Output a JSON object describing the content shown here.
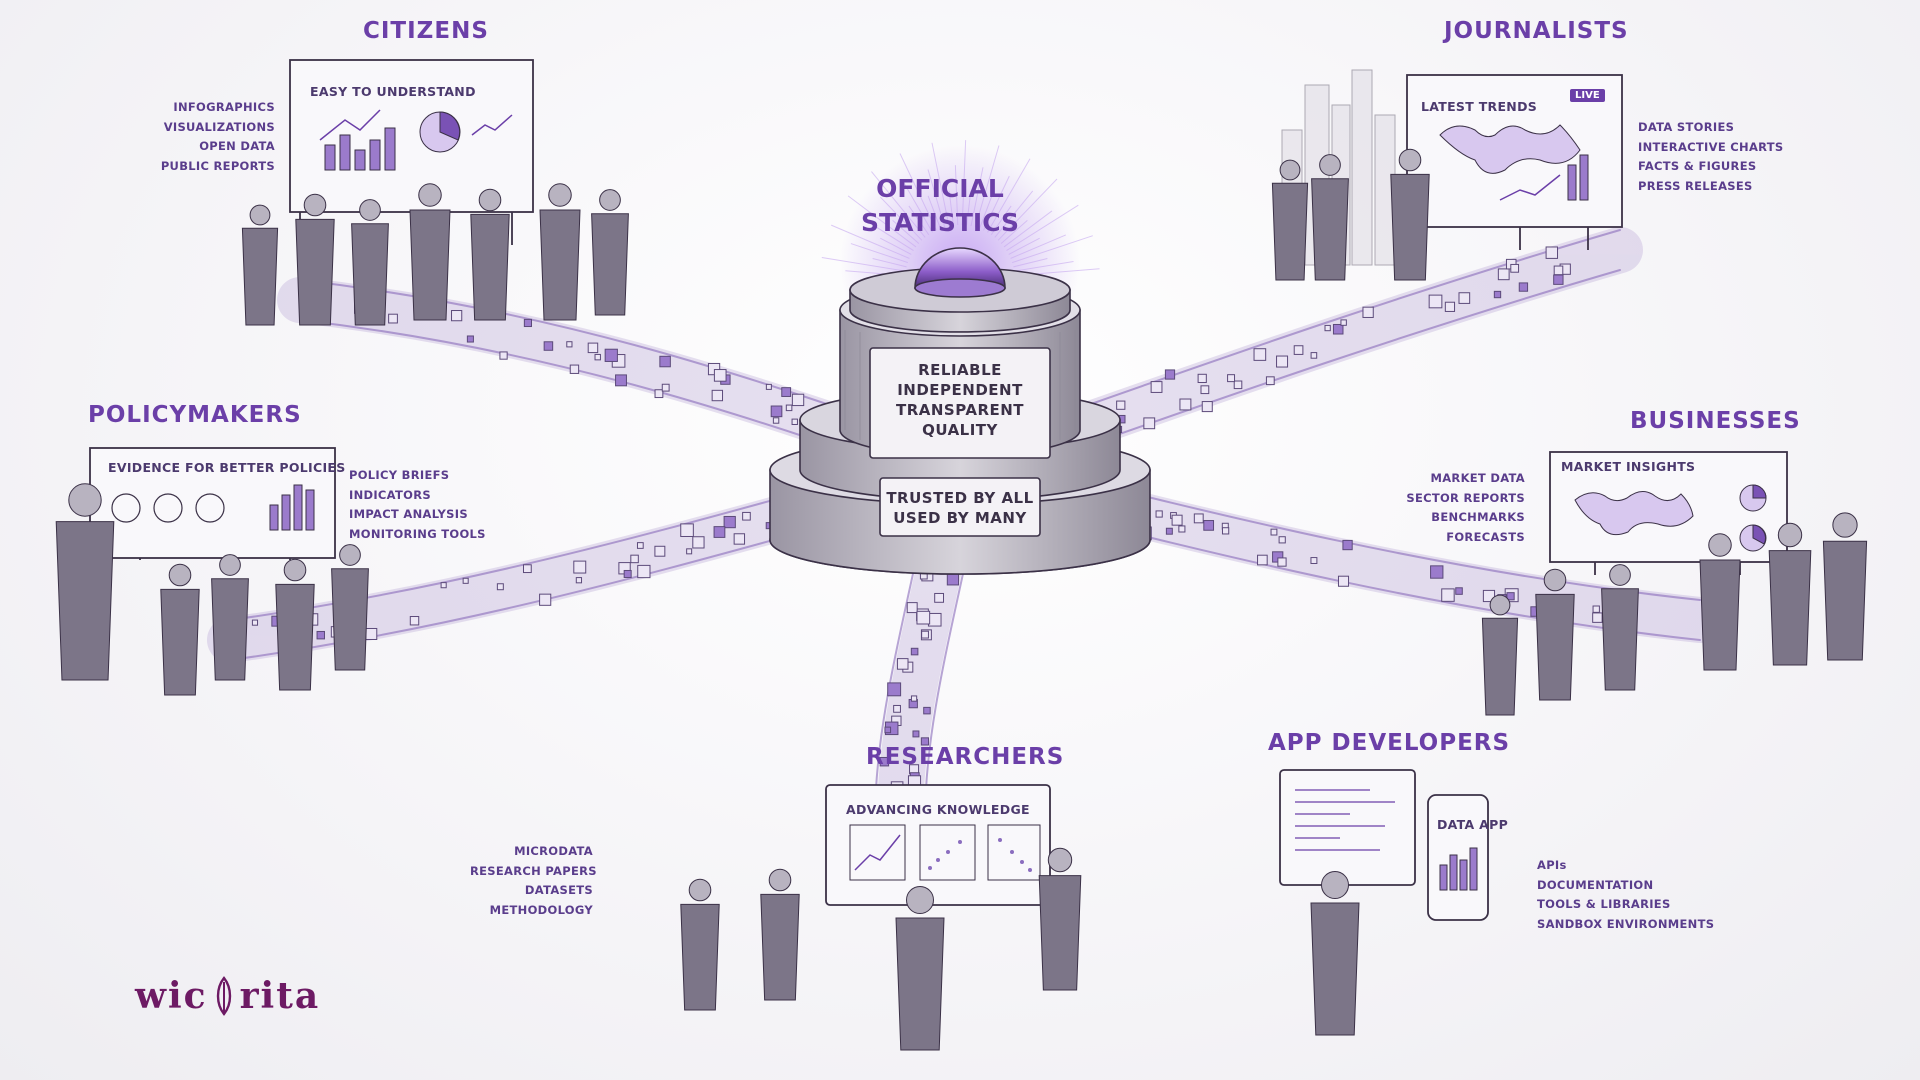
{
  "center": {
    "title_line1": "OFFICIAL",
    "title_line2": "STATISTICS",
    "plaque_top": [
      "RELIABLE",
      "INDEPENDENT",
      "TRANSPARENT",
      "QUALITY"
    ],
    "plaque_bottom": [
      "TRUSTED BY ALL",
      "USED BY MANY"
    ]
  },
  "groups": {
    "citizens": {
      "title": "CITIZENS",
      "screen_title": "EASY TO UNDERSTAND",
      "items": [
        "INFOGRAPHICS",
        "VISUALIZATIONS",
        "OPEN DATA",
        "PUBLIC REPORTS"
      ]
    },
    "journalists": {
      "title": "JOURNALISTS",
      "screen_title": "LATEST TRENDS",
      "badge": "LIVE",
      "items": [
        "DATA STORIES",
        "INTERACTIVE CHARTS",
        "FACTS & FIGURES",
        "PRESS RELEASES"
      ]
    },
    "policymakers": {
      "title": "POLICYMAKERS",
      "screen_title": "EVIDENCE FOR BETTER POLICIES",
      "items": [
        "POLICY BRIEFS",
        "INDICATORS",
        "IMPACT ANALYSIS",
        "MONITORING TOOLS"
      ]
    },
    "businesses": {
      "title": "BUSINESSES",
      "screen_title": "MARKET INSIGHTS",
      "items": [
        "MARKET DATA",
        "SECTOR REPORTS",
        "BENCHMARKS",
        "FORECASTS"
      ]
    },
    "researchers": {
      "title": "RESEARCHERS",
      "screen_title": "ADVANCING KNOWLEDGE",
      "items": [
        "MICRODATA",
        "RESEARCH PAPERS",
        "DATASETS",
        "METHODOLOGY"
      ]
    },
    "app_developers": {
      "title": "APP DEVELOPERS",
      "screen_title": "DATA APP",
      "items": [
        "APIs",
        "DOCUMENTATION",
        "TOOLS & LIBRARIES",
        "SANDBOX ENVIRONMENTS"
      ]
    }
  },
  "logo": {
    "left": "wic",
    "right": "rita"
  },
  "colors": {
    "accent": "#6b3fa8",
    "ink": "#3b3147",
    "logo": "#6d1a64"
  }
}
